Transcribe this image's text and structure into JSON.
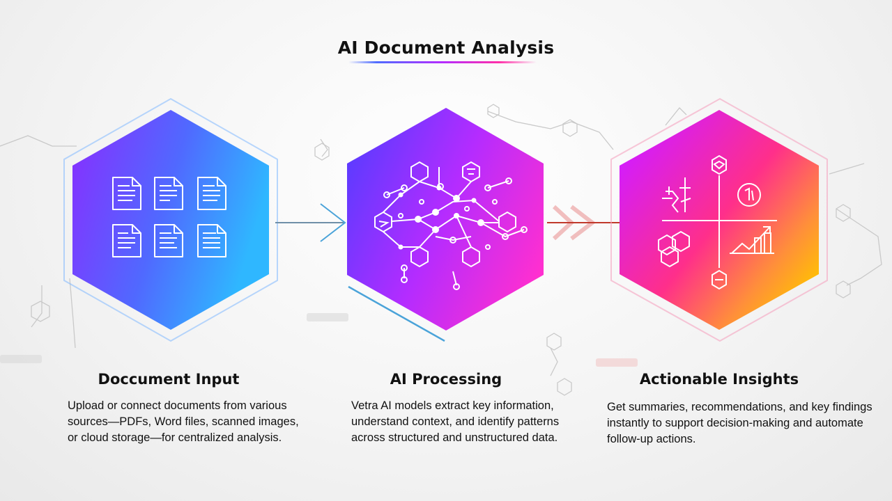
{
  "title": "AI Document Analysis",
  "colors": {
    "input_gradient": [
      "#8a2cff",
      "#2fb7ff"
    ],
    "processing_gradient": [
      "#5b3bff",
      "#b42cff",
      "#ff2fd0"
    ],
    "insights_gradient": [
      "#d21cff",
      "#ff2f8a",
      "#ffc300"
    ]
  },
  "steps": [
    {
      "heading": "Doccument Input",
      "description": "Upload or connect documents from various sources—PDFs, Word files, scanned images, or cloud storage—for centralized analysis.",
      "icon": "document-stack-icon"
    },
    {
      "heading": "AI Processing",
      "description": "Vetra AI models extract key information, understand context, and identify patterns across structured and unstructured data.",
      "icon": "neural-network-icon"
    },
    {
      "heading": "Actionable Insights",
      "description": "Get summaries, recommendations, and key findings instantly to support decision-making and automate follow-up actions.",
      "icon": "insights-quadrant-icon"
    }
  ]
}
